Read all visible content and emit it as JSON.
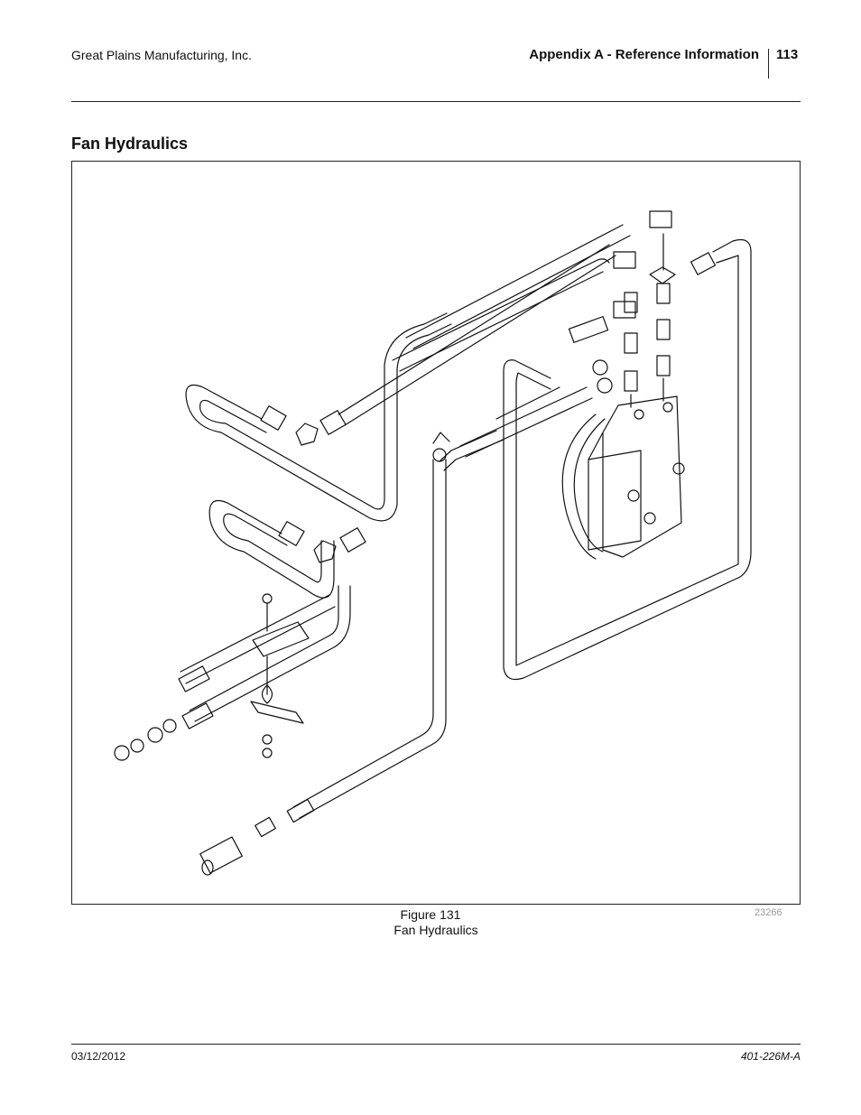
{
  "header": {
    "company": "Great Plains Manufacturing, Inc.",
    "section": "Appendix A - Reference Information",
    "page_number": "113"
  },
  "section_title": "Fan Hydraulics",
  "figure": {
    "number": "Figure 131",
    "caption": "Fan Hydraulics",
    "drawing_id": "23266"
  },
  "footer": {
    "date": "03/12/2012",
    "doc_number": "401-226M-A"
  }
}
